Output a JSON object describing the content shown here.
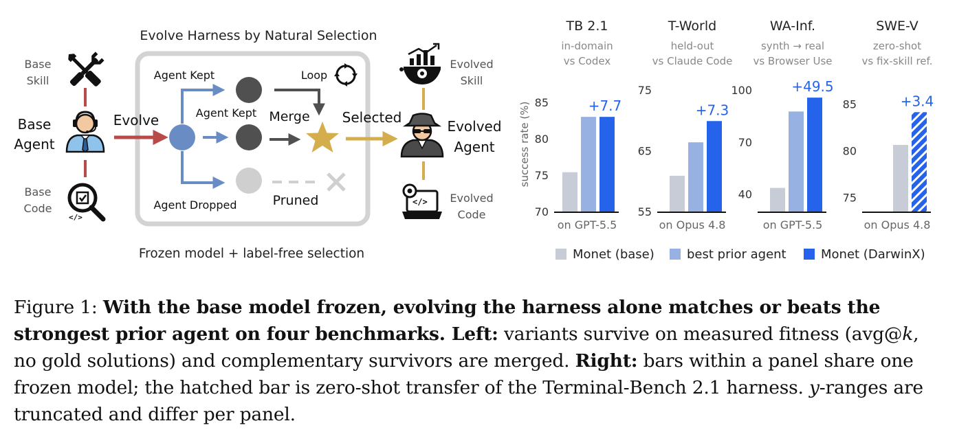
{
  "left": {
    "title": "Evolve Harness by Natural Selection",
    "subtitle": "Frozen model + label-free selection",
    "base_skill": [
      "Base",
      "Skill"
    ],
    "base_agent": [
      "Base",
      "Agent"
    ],
    "base_code": [
      "Base",
      "Code"
    ],
    "evolve": "Evolve",
    "agent_kept_1": "Agent Kept",
    "agent_kept_2": "Agent Kept",
    "agent_dropped": "Agent Dropped",
    "loop": "Loop",
    "merge": "Merge",
    "pruned": "Pruned",
    "selected": "Selected",
    "evolved_skill": [
      "Evolved",
      "Skill"
    ],
    "evolved_agent": [
      "Evolved",
      "Agent"
    ],
    "evolved_code": [
      "Evolved",
      "Code"
    ],
    "colors": {
      "evolve": "#b94a4a",
      "selected": "#d4ad4d",
      "branch": "#6a8cc4",
      "node_blue": "#6a8cc4",
      "node_dark": "#505050",
      "node_gray": "#cfcfcf"
    },
    "icons": [
      "tools-icon",
      "headset-agent-icon",
      "code-search-icon",
      "skill-chart-icon",
      "spy-agent-icon",
      "laptop-code-icon",
      "loop-icon",
      "star-icon",
      "x-icon"
    ]
  },
  "chart_data": [
    {
      "type": "bar",
      "title": "TB 2.1",
      "subtitle": [
        "in-domain",
        "vs Codex"
      ],
      "ylabel": "success rate (%)",
      "yticks": [
        70,
        75,
        80,
        85
      ],
      "ylim": [
        70,
        86.7
      ],
      "categories": [
        "Monet (base)",
        "best prior agent",
        "Monet (DarwinX)"
      ],
      "values": [
        75.5,
        83.1,
        83.1
      ],
      "gain": "+7.7",
      "xlabel": "on GPT-5.5",
      "hatched_last": false
    },
    {
      "type": "bar",
      "title": "T-World",
      "subtitle": [
        "held-out",
        "vs Claude Code"
      ],
      "ylabel": "",
      "yticks": [
        55,
        65,
        75
      ],
      "ylim": [
        55,
        75
      ],
      "categories": [
        "Monet (base)",
        "best prior agent",
        "Monet (DarwinX)"
      ],
      "values": [
        61,
        66.5,
        70
      ],
      "gain": "+7.3",
      "xlabel": "on Opus 4.8",
      "hatched_last": false
    },
    {
      "type": "bar",
      "title": "WA-Inf.",
      "subtitle": [
        "synth → real",
        "vs Browser Use"
      ],
      "ylabel": "",
      "yticks": [
        40,
        70,
        100
      ],
      "ylim": [
        30,
        100
      ],
      "categories": [
        "Monet (base)",
        "best prior agent",
        "Monet (DarwinX)"
      ],
      "values": [
        44,
        88,
        96
      ],
      "gain": "+49.5",
      "xlabel": "on GPT-5.5",
      "hatched_last": false
    },
    {
      "type": "bar",
      "title": "SWE-V",
      "subtitle": [
        "zero-shot",
        "vs fix-skill ref."
      ],
      "ylabel": "",
      "yticks": [
        75,
        80,
        85
      ],
      "ylim": [
        73.5,
        86.5
      ],
      "categories": [
        "Monet (base)",
        "Monet (DarwinX)"
      ],
      "values": [
        80.7,
        84.2
      ],
      "gain": "+3.4",
      "xlabel": "on Opus 4.8",
      "hatched_last": true
    }
  ],
  "legend": {
    "items": [
      {
        "label": "Monet (base)",
        "color": "#c7ccd6"
      },
      {
        "label": "best prior agent",
        "color": "#97b1e3"
      },
      {
        "label": "Monet (DarwinX)",
        "color": "#2563eb"
      }
    ]
  },
  "caption": {
    "prefix": "Figure 1: ",
    "bold1": "With the base model frozen, evolving the harness alone matches or beats the strongest prior agent on four benchmarks. Left:",
    "t1": " variants survive on measured fitness (avg@",
    "k": "k",
    "t2": ", no gold solutions) and complementary survivors are merged. ",
    "bold2": "Right:",
    "t3": " bars within a panel share one frozen model; the hatched bar is zero-shot transfer of the Terminal-Bench 2.1 harness. ",
    "y": "y",
    "t4": "-ranges are truncated and differ per panel."
  }
}
